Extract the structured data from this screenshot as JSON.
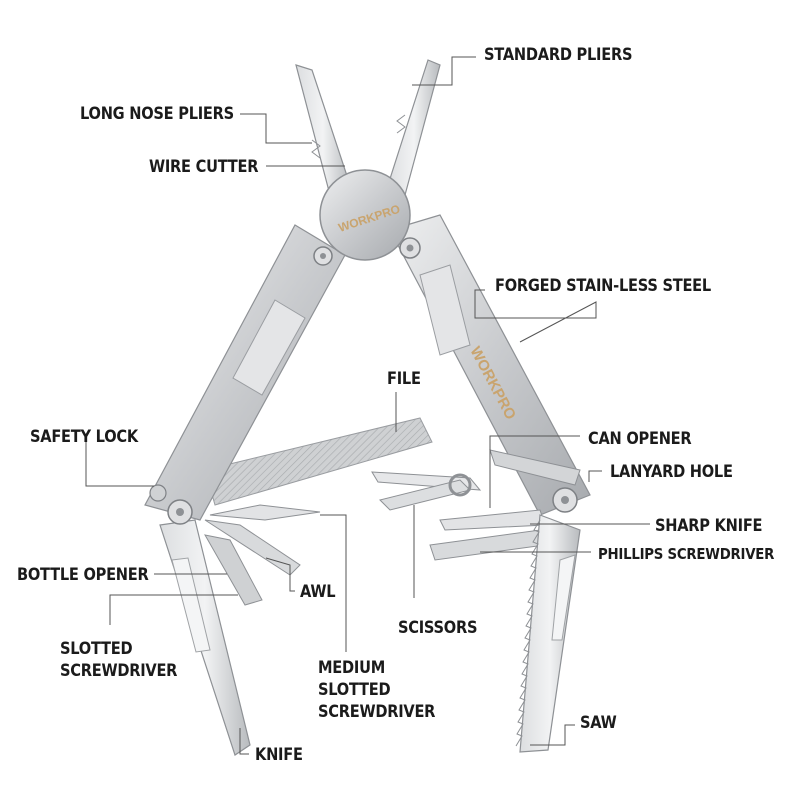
{
  "diagram": {
    "brand_marks": [
      "WORKPRO",
      "WORKPRO"
    ],
    "colors": {
      "background": "#ffffff",
      "steel": "#c9cbce",
      "steel_light": "#e6e7e9",
      "steel_dark": "#9a9da1",
      "label_text": "#1b1b1b",
      "leader_line": "#555555",
      "brand_mark": "#c9a46e"
    },
    "labels": {
      "standard_pliers": "STANDARD PLIERS",
      "long_nose_pliers": "LONG NOSE PLIERS",
      "wire_cutter": "WIRE CUTTER",
      "forged_steel": "FORGED STAIN-LESS STEEL",
      "file": "FILE",
      "safety_lock": "SAFETY LOCK",
      "can_opener": "CAN OPENER",
      "lanyard_hole": "LANYARD HOLE",
      "sharp_knife": "SHARP KNIFE",
      "phillips_screwdriver": "PHILLIPS SCREWDRIVER",
      "bottle_opener": "BOTTLE OPENER",
      "awl": "AWL",
      "scissors": "SCISSORS",
      "slotted_screwdriver": [
        "SLOTTED",
        "SCREWDRIVER"
      ],
      "medium_slotted_screwdriver": [
        "MEDIUM",
        "SLOTTED",
        "SCREWDRIVER"
      ],
      "saw": "SAW",
      "knife": "KNIFE"
    }
  }
}
